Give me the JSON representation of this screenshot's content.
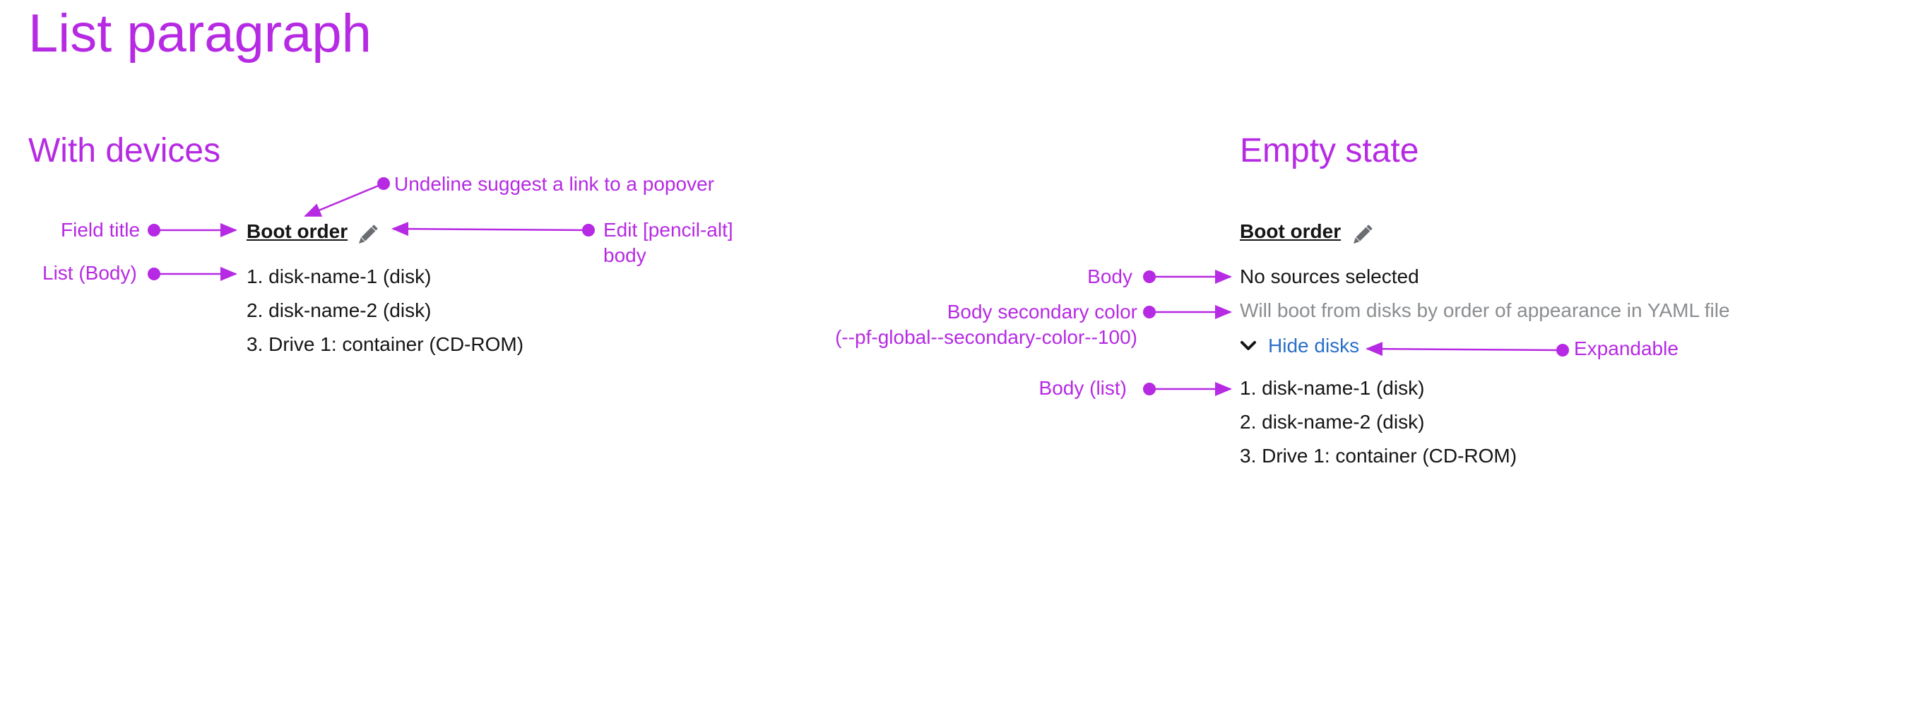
{
  "page": {
    "title": "List paragraph"
  },
  "colors": {
    "annotation": "#b62ae3",
    "text": "#151515",
    "secondary": "#8a8d90",
    "link": "#2a6fc9",
    "icon": "#6a6e73"
  },
  "with_devices": {
    "heading": "With devices",
    "field_title": "Boot order",
    "list": [
      "1. disk-name-1 (disk)",
      "2. disk-name-2 (disk)",
      "3. Drive 1: container (CD-ROM)"
    ],
    "edit_icon": "pencil-alt-icon",
    "annotations": {
      "field_title": "Field title",
      "list_body": "List (Body)",
      "undeline": "Undeline suggest a link to a popover",
      "edit_line1": "Edit [pencil-alt]",
      "edit_line2": "body"
    }
  },
  "empty_state": {
    "heading": "Empty state",
    "field_title": "Boot order",
    "body": "No sources selected",
    "secondary": "Will boot from disks by order of appearance in YAML file",
    "expand_label": "Hide disks",
    "expand_icon": "chevron-down-icon",
    "list": [
      "1. disk-name-1 (disk)",
      "2. disk-name-2 (disk)",
      "3. Drive 1: container (CD-ROM)"
    ],
    "annotations": {
      "body": "Body",
      "secondary_line1": "Body secondary color",
      "secondary_line2": "(--pf-global--secondary-color--100)",
      "expandable": "Expandable",
      "body_list": "Body (list)"
    }
  }
}
